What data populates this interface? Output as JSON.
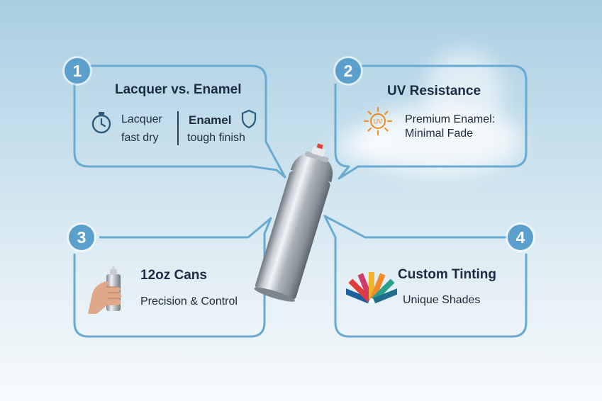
{
  "colors": {
    "badge": "#5b9fcc",
    "panel_border": "#69aad2",
    "title_text": "#1b2b44",
    "sun_icon": "#f08a1d",
    "stopwatch_icon": "#2d5a7b"
  },
  "panels": [
    {
      "number": "1",
      "title": "Lacquer vs. Enamel",
      "left": {
        "icon": "stopwatch-icon",
        "line1": "Lacquer",
        "line2": "fast dry"
      },
      "right": {
        "icon": "shield-icon",
        "line1": "Enamel",
        "line2": "tough finish"
      }
    },
    {
      "number": "2",
      "title": "UV Resistance",
      "icon": "uv-sun-icon",
      "icon_text": "UV",
      "line1": "Premium Enamel:",
      "line2": "Minimal Fade"
    },
    {
      "number": "3",
      "title": "12oz Cans",
      "icon": "hand-holding-can-icon",
      "line1": "Precision & Control"
    },
    {
      "number": "4",
      "title": "Custom Tinting",
      "icon": "color-swatch-fan-icon",
      "line1": "Unique Shades"
    }
  ],
  "center_image": "spray-can-icon"
}
